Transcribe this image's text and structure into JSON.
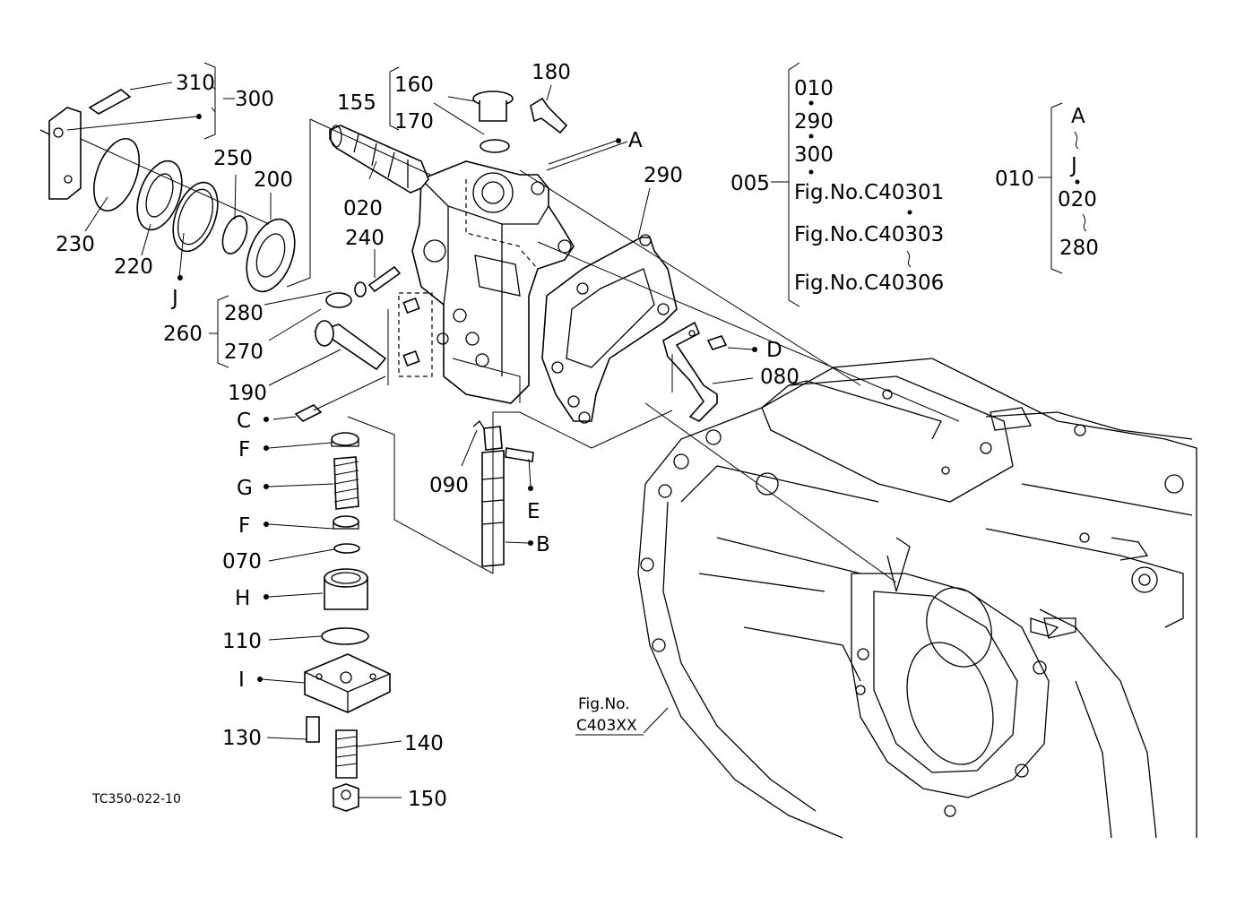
{
  "figure_code": "TC350-022-10",
  "ref_figure": {
    "line1": "Fig.No.",
    "line2": "C403XX"
  },
  "callouts": {
    "p310": "310",
    "p300": "300",
    "p155": "155",
    "p160": "160",
    "p180": "180",
    "p170": "170",
    "pA": "A",
    "p020": "020",
    "p250": "250",
    "p200": "200",
    "p290": "290",
    "p230": "230",
    "p220": "220",
    "pJ": "J",
    "p240": "240",
    "p280": "280",
    "p260": "260",
    "p270": "270",
    "p190": "190",
    "pD": "D",
    "p080": "080",
    "pC": "C",
    "pF1": "F",
    "pG": "G",
    "p090": "090",
    "pE": "E",
    "pF2": "F",
    "pB": "B",
    "p070": "070",
    "pH": "H",
    "p110": "110",
    "pI": "I",
    "p130": "130",
    "p140": "140",
    "p150": "150"
  },
  "group_005": {
    "code": "005",
    "items": [
      "010",
      "290",
      "300",
      "Fig.No.C40301",
      "Fig.No.C40303",
      "Fig.No.C40306"
    ]
  },
  "group_010": {
    "code": "010",
    "items": [
      "A",
      "J",
      "020",
      "280"
    ]
  }
}
